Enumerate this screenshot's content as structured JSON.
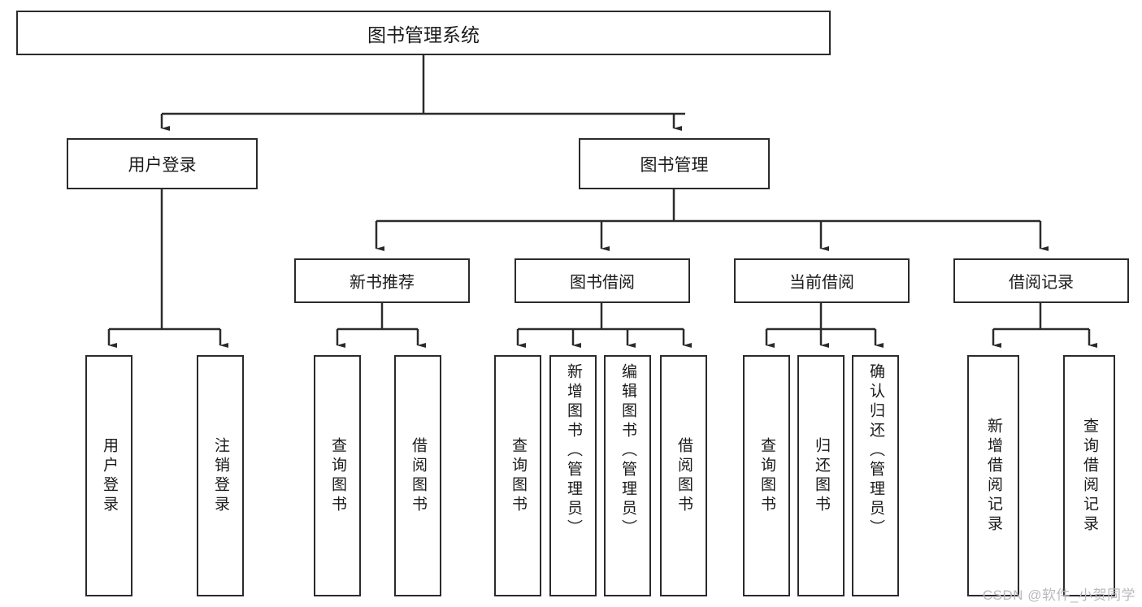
{
  "diagram": {
    "title": "图书管理系统",
    "type": "hierarchy-tree",
    "root": {
      "label": "图书管理系统"
    },
    "level2": [
      {
        "label": "用户登录"
      },
      {
        "label": "图书管理"
      }
    ],
    "level3": [
      {
        "label": "新书推荐"
      },
      {
        "label": "图书借阅"
      },
      {
        "label": "当前借阅"
      },
      {
        "label": "借阅记录"
      }
    ],
    "leaves": {
      "user_login": [
        {
          "label": "用户登录"
        },
        {
          "label": "注销登录"
        }
      ],
      "new_book_recommend": [
        {
          "label": "查询图书"
        },
        {
          "label": "借阅图书"
        }
      ],
      "book_borrow": [
        {
          "label": "查询图书"
        },
        {
          "label": "新增图书（管理员）"
        },
        {
          "label": "编辑图书（管理员）"
        },
        {
          "label": "借阅图书"
        }
      ],
      "current_borrow": [
        {
          "label": "查询图书"
        },
        {
          "label": "归还图书"
        },
        {
          "label": "确认归还（管理员）"
        }
      ],
      "borrow_record": [
        {
          "label": "新增借阅记录"
        },
        {
          "label": "查询借阅记录"
        }
      ]
    }
  },
  "watermark": {
    "text": "CSDN @软件_小贺同学"
  },
  "colors": {
    "box_border": "#2b2b2b",
    "background": "#ffffff",
    "text": "#1a1a1a",
    "watermark": "#b9b9b9"
  }
}
